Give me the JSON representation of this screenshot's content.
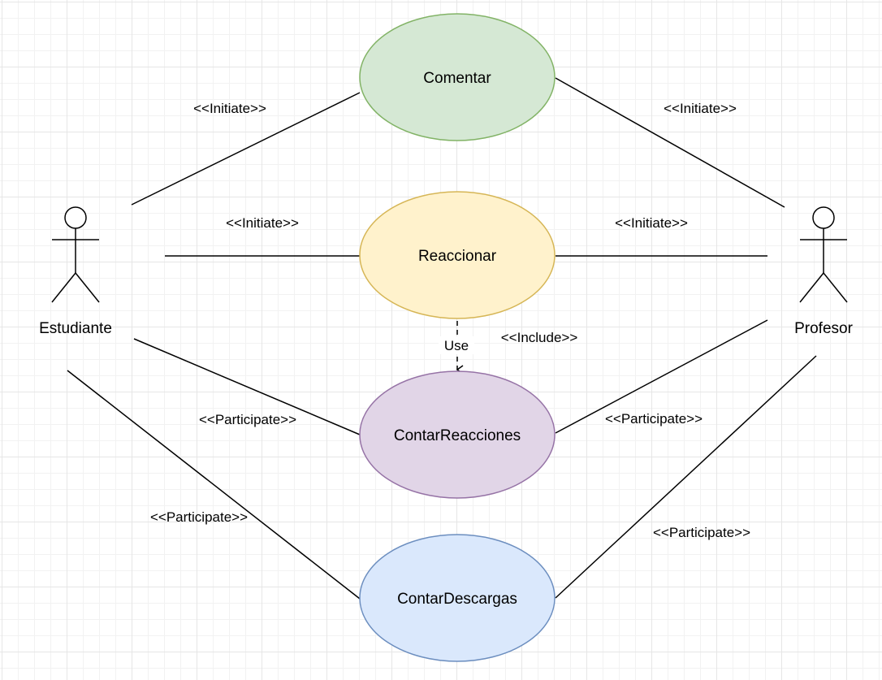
{
  "diagram": {
    "actors": [
      {
        "id": "estudiante",
        "name": "Estudiante"
      },
      {
        "id": "profesor",
        "name": "Profesor"
      }
    ],
    "use_cases": [
      {
        "id": "comentar",
        "name": "Comentar",
        "fill": "#d5e8d4",
        "stroke": "#82b366"
      },
      {
        "id": "reaccionar",
        "name": "Reaccionar",
        "fill": "#fff2cc",
        "stroke": "#d6b656"
      },
      {
        "id": "contar-reacciones",
        "name": "ContarReacciones",
        "fill": "#e1d5e7",
        "stroke": "#9673a6"
      },
      {
        "id": "contar-descargas",
        "name": "ContarDescargas",
        "fill": "#dae8fc",
        "stroke": "#6c8ebf"
      }
    ],
    "associations": [
      {
        "from": "estudiante",
        "to": "comentar",
        "label": "<<Initiate>>"
      },
      {
        "from": "profesor",
        "to": "comentar",
        "label": "<<Initiate>>"
      },
      {
        "from": "estudiante",
        "to": "reaccionar",
        "label": "<<Initiate>>"
      },
      {
        "from": "profesor",
        "to": "reaccionar",
        "label": "<<Initiate>>"
      },
      {
        "from": "estudiante",
        "to": "contar-reacciones",
        "label": "<<Participate>>"
      },
      {
        "from": "profesor",
        "to": "contar-reacciones",
        "label": "<<Participate>>"
      },
      {
        "from": "estudiante",
        "to": "contar-descargas",
        "label": "<<Participate>>"
      },
      {
        "from": "profesor",
        "to": "contar-descargas",
        "label": "<<Participate>>"
      }
    ],
    "dependency": {
      "from": "reaccionar",
      "to": "contar-reacciones",
      "line_label": "Use",
      "stereotype": "<<Include>>"
    }
  }
}
